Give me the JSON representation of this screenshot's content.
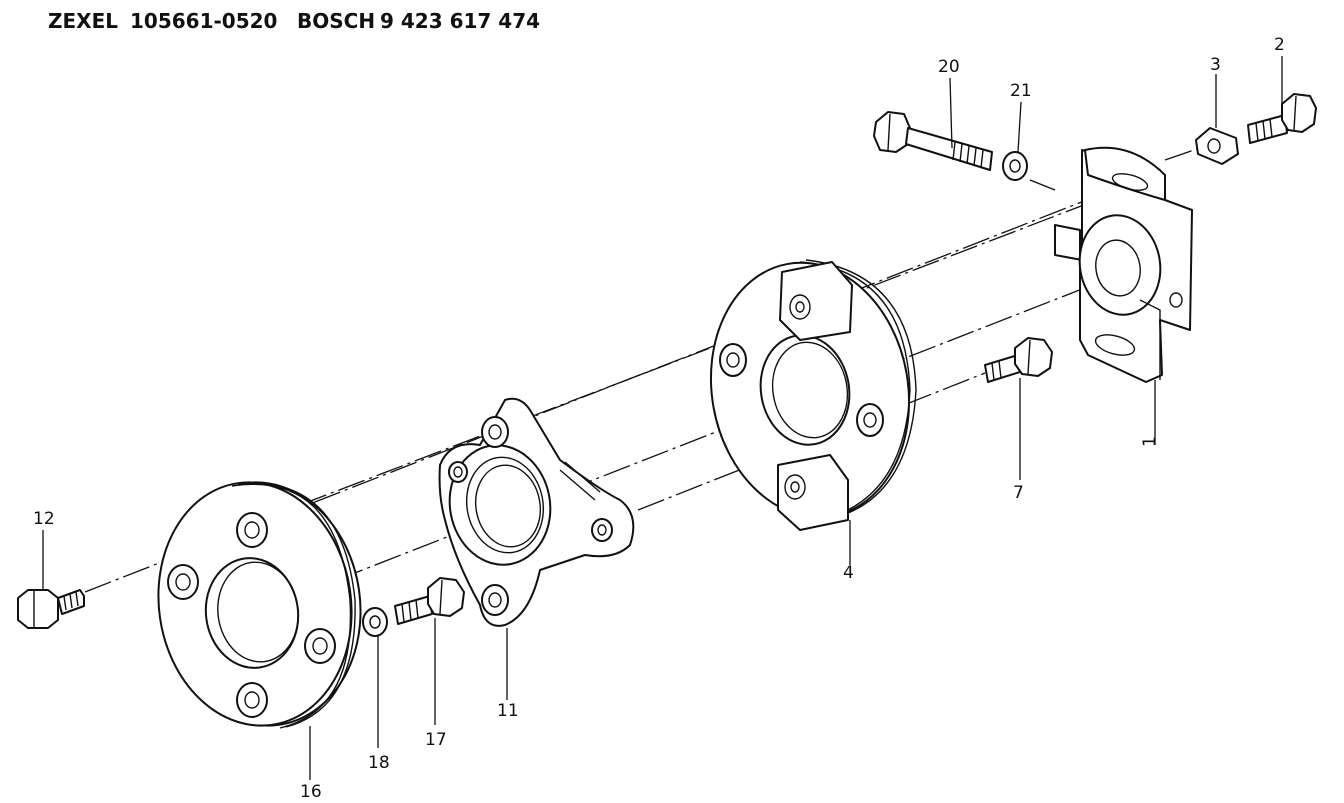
{
  "header": {
    "brand1": "ZEXEL",
    "part1": "105661-0520",
    "brand2": "BOSCH",
    "part2": "9 423 617 474"
  },
  "callouts": {
    "c1": "1",
    "c2": "2",
    "c3": "3",
    "c4": "4",
    "c7": "7",
    "c11": "11",
    "c12": "12",
    "c16": "16",
    "c17": "17",
    "c18": "18",
    "c20": "20",
    "c21": "21"
  }
}
